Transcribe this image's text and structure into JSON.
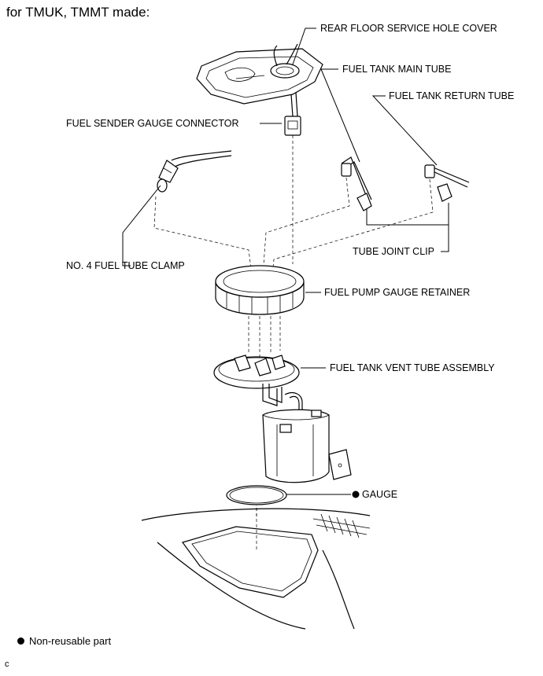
{
  "heading": "for TMUK, TMMT made:",
  "callouts": {
    "rear_floor_service_hole_cover": "REAR FLOOR SERVICE HOLE COVER",
    "fuel_tank_main_tube": "FUEL TANK MAIN TUBE",
    "fuel_tank_return_tube": "FUEL TANK RETURN TUBE",
    "fuel_sender_gauge_connector": "FUEL SENDER GAUGE CONNECTOR",
    "no4_fuel_tube_clamp": "NO. 4 FUEL TUBE CLAMP",
    "tube_joint_clip": "TUBE JOINT CLIP",
    "fuel_pump_gauge_retainer": "FUEL PUMP GAUGE RETAINER",
    "fuel_tank_vent_tube_assembly": "FUEL TANK VENT TUBE ASSEMBLY",
    "gauge": "GAUGE"
  },
  "legend": {
    "non_reusable_part": "Non-reusable part"
  },
  "figure_code": "c"
}
